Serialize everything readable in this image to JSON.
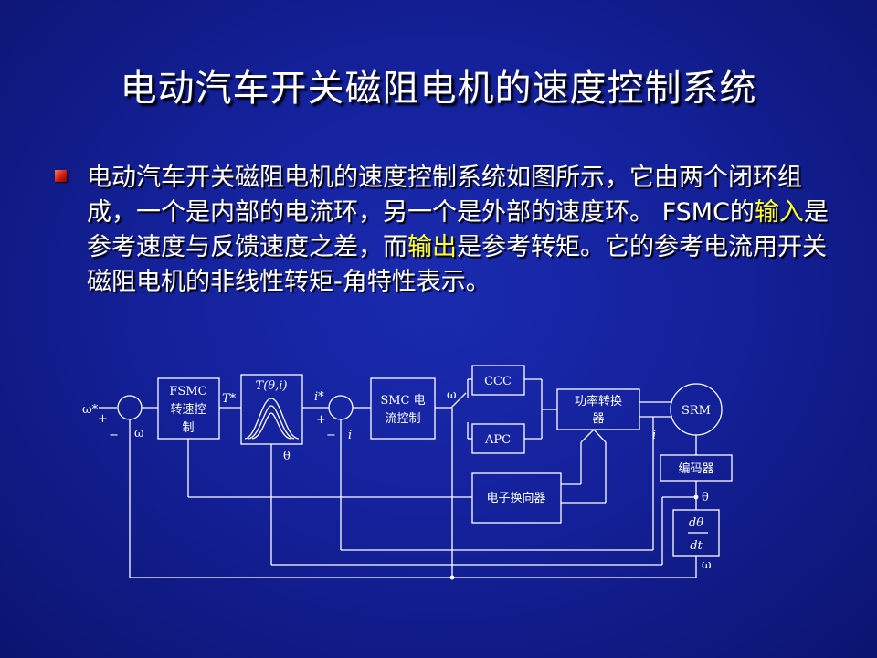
{
  "slide": {
    "title": "电动汽车开关磁阻电机的速度控制系统",
    "paragraph": [
      {
        "text": "电动汽车开关磁阻电机的速度控制系统如图所示，它由两个闭环组成，一个是内部的电流环，另一个是外部的速度环。 FSMC的",
        "highlight": false
      },
      {
        "text": "输入",
        "highlight": true
      },
      {
        "text": "是参考速度与反馈速度之差，而",
        "highlight": false
      },
      {
        "text": "输出",
        "highlight": true
      },
      {
        "text": "是参考转矩。它的参考电流用开关磁阻电机的非线性转矩-角特性表示。",
        "highlight": false
      }
    ]
  },
  "diagram": {
    "blocks": {
      "fsmc": [
        "FSMC",
        "转速控",
        "制"
      ],
      "torque_fn": "T(θ,i)",
      "smc": [
        "SMC 电",
        "流控制"
      ],
      "ccc": "CCC",
      "apc": "APC",
      "converter": [
        "功率转换",
        "器"
      ],
      "srm": "SRM",
      "encoder": "编码器",
      "commutator": "电子换向器",
      "differentiator": {
        "numerator": "dθ",
        "denominator": "dt"
      }
    },
    "labels": {
      "omega_ref": "ω*",
      "plus": "+",
      "minus": "−",
      "omega": "ω",
      "torque_ref": "T*",
      "current_ref": "i*",
      "current": "i",
      "theta": "θ"
    },
    "colors": {
      "line": "#ffffff",
      "highlight": "#ffff33"
    }
  }
}
